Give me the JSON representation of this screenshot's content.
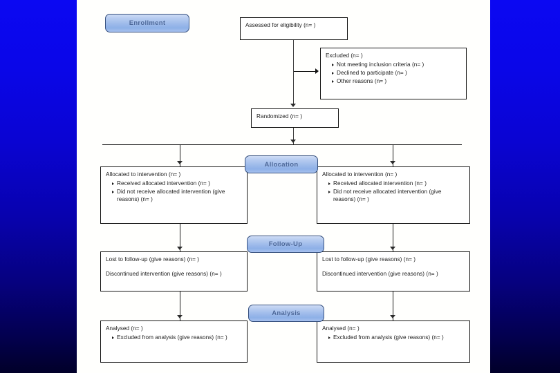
{
  "diagram": {
    "title": "CONSORT Flow Diagram",
    "background": {
      "panel_color": "#fffffd",
      "gradient_from": "#0b08f2",
      "gradient_to": "#010029"
    },
    "banner_accent": "#9dbaea",
    "banner_text_color": "#4a6699"
  },
  "banners": {
    "enrollment": "Enrollment",
    "allocation": "Allocation",
    "followup": "Follow-Up",
    "analysis": "Analysis"
  },
  "assessed": {
    "header": "Assessed for eligibility (n=  )"
  },
  "excluded": {
    "header": "Excluded  (n=  )",
    "items": [
      "Not meeting inclusion criteria (n=  )",
      "Declined to participate (n=  )",
      "Other reasons (n=  )"
    ]
  },
  "randomized": {
    "header": "Randomized (n=  )"
  },
  "allocation_left": {
    "header": "Allocated to intervention (n=  )",
    "items": [
      "Received allocated intervention (n=  )",
      "Did not receive allocated intervention (give reasons) (n=  )"
    ]
  },
  "allocation_right": {
    "header": "Allocated to intervention (n=  )",
    "items": [
      "Received allocated intervention (n=  )",
      "Did not receive allocated intervention (give reasons) (n=  )"
    ]
  },
  "followup_left": {
    "line1": "Lost to follow-up (give reasons) (n=  )",
    "line2": "Discontinued intervention (give reasons) (n=  )"
  },
  "followup_right": {
    "line1": "Lost to follow-up (give reasons) (n=  )",
    "line2": "Discontinued intervention (give reasons) (n=  )"
  },
  "analysis_left": {
    "header": "Analysed (n=  )",
    "items": [
      "Excluded from analysis (give reasons) (n=  )"
    ]
  },
  "analysis_right": {
    "header": "Analysed  (n=  )",
    "items": [
      "Excluded from analysis (give reasons) (n=  )"
    ]
  }
}
